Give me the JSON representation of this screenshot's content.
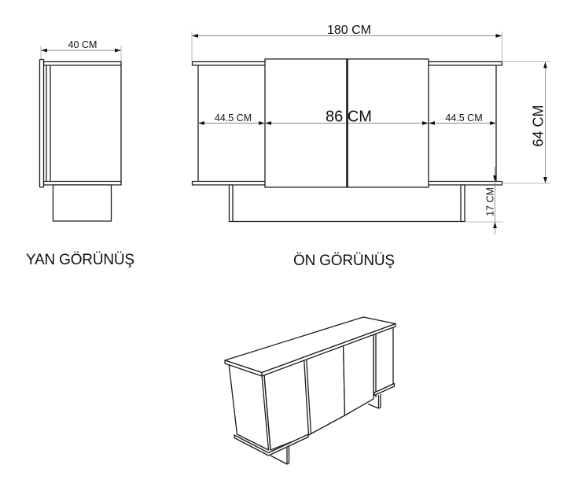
{
  "drawing": {
    "side_view": {
      "title": "YAN GÖRÜNÜŞ",
      "depth_dimension": "40 CM"
    },
    "front_view": {
      "title": "ÖN GÖRÜNÜŞ",
      "dimensions": {
        "total_width": "180 CM",
        "left_compartment_width": "44.5 CM",
        "doors_width": "86 CM",
        "right_compartment_width": "44.5 CM",
        "body_height": "64 CM",
        "leg_height": "17 CM"
      }
    },
    "perspective_view": {
      "doors": 2,
      "open_compartments": 2
    }
  },
  "colors": {
    "background": "#ffffff",
    "outline": "#1c1c1c",
    "dimension_line": "#8a8a8a",
    "extension_line": "#a8a8a8"
  }
}
